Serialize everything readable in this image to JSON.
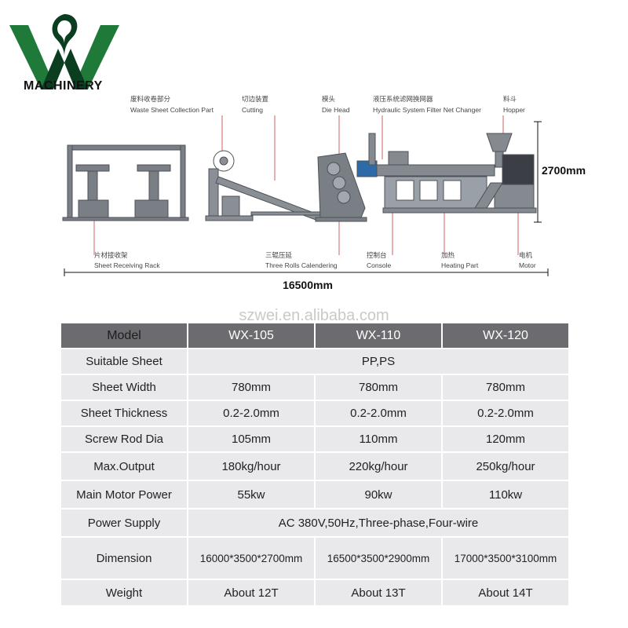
{
  "brand": {
    "name": "MACHINERY",
    "logo_icon": "wx-logo-icon",
    "colors": {
      "green": "#1f7a3a",
      "dark": "#0b3d20"
    }
  },
  "diagram": {
    "parts": [
      {
        "cn": "废料收卷部分",
        "en": "Waste Sheet Collection Part"
      },
      {
        "cn": "切边装置",
        "en": "Cutting"
      },
      {
        "cn": "模头",
        "en": "Die Head"
      },
      {
        "cn": "液压系统滤网换网器",
        "en": "Hydraulic System Filter Net Changer"
      },
      {
        "cn": "料斗",
        "en": "Hopper"
      },
      {
        "cn": "片材接收架",
        "en": "Sheet Receiving Rack"
      },
      {
        "cn": "三辊压延",
        "en": "Three Rolls Calendering"
      },
      {
        "cn": "控制台",
        "en": "Console"
      },
      {
        "cn": "加热",
        "en": "Heating Part"
      },
      {
        "cn": "电机",
        "en": "Motor"
      }
    ],
    "height_dim": "2700mm",
    "length_dim": "16500mm"
  },
  "watermark": "szwei.en.alibaba.com",
  "table": {
    "header": [
      "Model",
      "WX-105",
      "WX-110",
      "WX-120"
    ],
    "rows": [
      {
        "label": "Suitable Sheet",
        "merged": "PP,PS"
      },
      {
        "label": "Sheet Width",
        "values": [
          "780mm",
          "780mm",
          "780mm"
        ]
      },
      {
        "label": "Sheet Thickness",
        "values": [
          "0.2-2.0mm",
          "0.2-2.0mm",
          "0.2-2.0mm"
        ]
      },
      {
        "label": "Screw Rod Dia",
        "values": [
          "105mm",
          "110mm",
          "120mm"
        ]
      },
      {
        "label": "Max.Output",
        "values": [
          "180kg/hour",
          "220kg/hour",
          "250kg/hour"
        ]
      },
      {
        "label": "Main Motor Power",
        "values": [
          "55kw",
          "90kw",
          "110kw"
        ]
      },
      {
        "label": "Power Supply",
        "merged": "AC 380V,50Hz,Three-phase,Four-wire"
      },
      {
        "label": "Dimension",
        "values": [
          "16000*3500*2700mm",
          "16500*3500*2900mm",
          "17000*3500*3100mm"
        ]
      },
      {
        "label": "Weight",
        "values": [
          "About 12T",
          "About 13T",
          "About 14T"
        ]
      }
    ]
  }
}
